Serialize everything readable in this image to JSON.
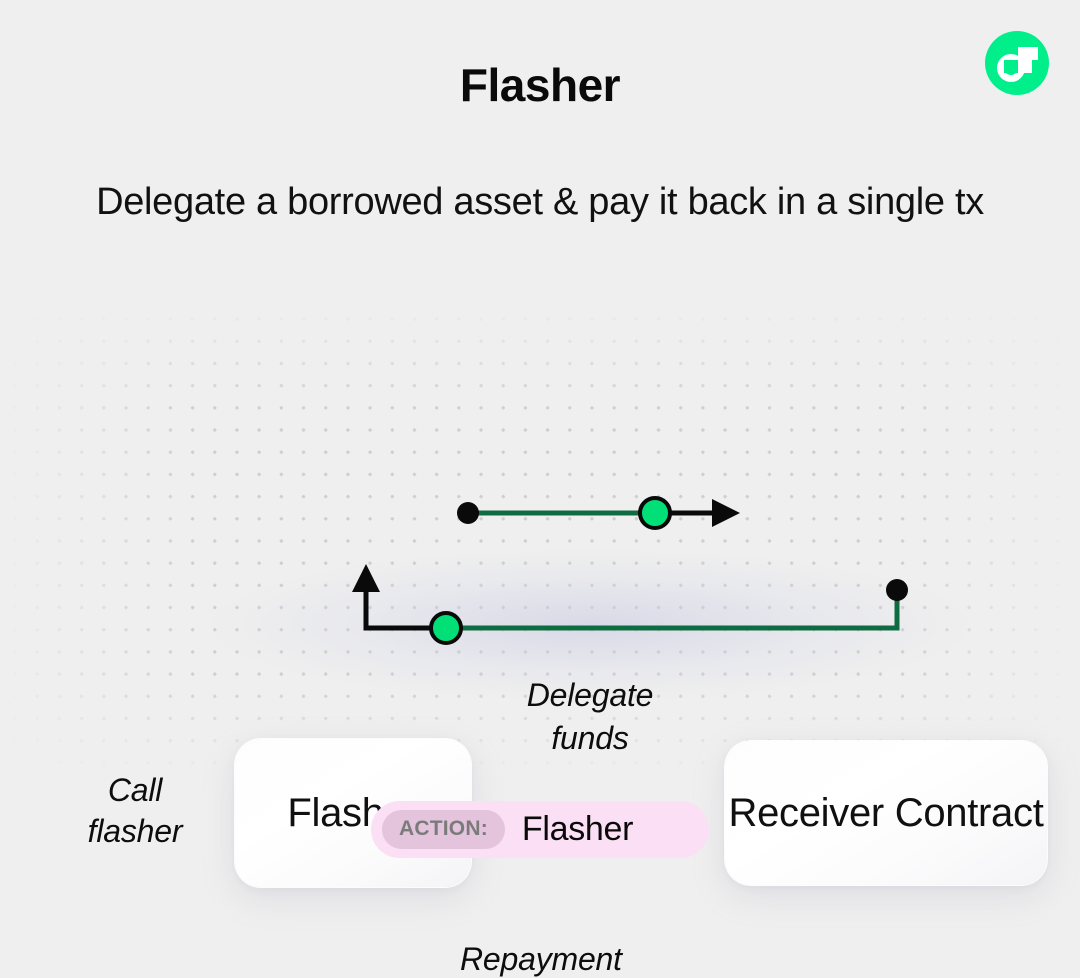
{
  "page": {
    "background_color": "#efefef",
    "title": "Flasher",
    "subtitle": "Delegate a borrowed asset\n& pay it back in a single tx"
  },
  "logo": {
    "name": "flow-logo",
    "color": "#00ef8b",
    "mark_color": "#ffffff"
  },
  "diagram": {
    "nodes": [
      {
        "id": "flasher",
        "label": "Flasher"
      },
      {
        "id": "receiver",
        "label": "Receiver\nContract"
      }
    ],
    "labels": {
      "call": "Call\nflasher",
      "delegate": "Delegate\nfunds",
      "repayment": "Repayment"
    },
    "edges": [
      {
        "id": "delegate-funds",
        "from": "flasher",
        "to": "receiver",
        "label": "Delegate funds",
        "marker": "arrow",
        "accent_color": "#00e077"
      },
      {
        "id": "repayment",
        "from": "receiver",
        "to": "flasher",
        "label": "Repayment",
        "marker": "arrow",
        "accent_color": "#00e077"
      }
    ],
    "colors": {
      "stroke": "#0a0a0a",
      "accent": "#00e077",
      "accent_line": "#0f6b42",
      "dot_grid": "#cfcfcf"
    }
  },
  "badge": {
    "key": "ACTION:",
    "value": "Flasher",
    "background_color": "#fbdff4",
    "key_background_color": "#e4c4dc"
  }
}
